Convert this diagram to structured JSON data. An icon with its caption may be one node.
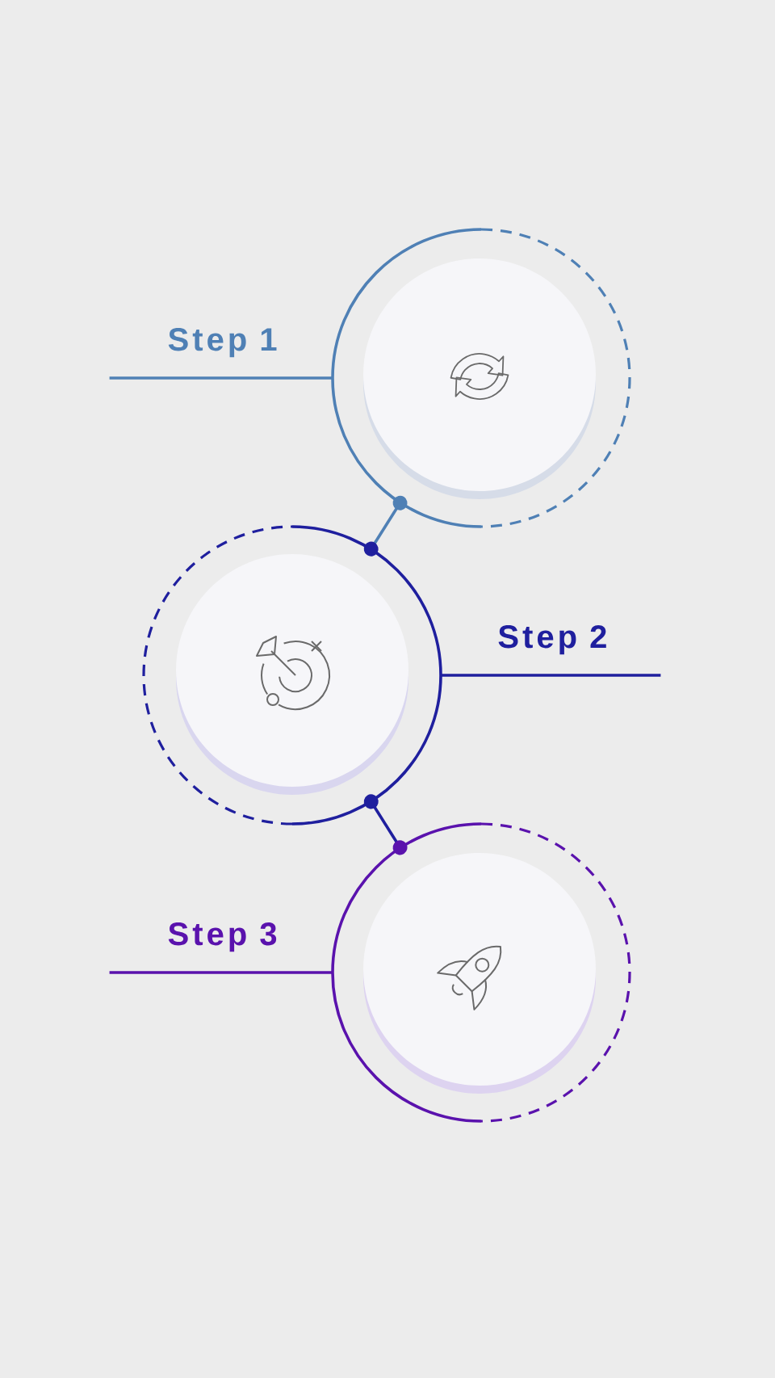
{
  "diagram": {
    "nodes": [
      {
        "text": [],
        "shape": "circle"
      },
      {
        "text": [],
        "shape": "circle",
        "in": 0
      },
      {
        "text": [],
        "shape": "circle"
      },
      {
        "text": [],
        "shape": "circle",
        "in": 2
      },
      {
        "text": [],
        "shape": "circle"
      },
      {
        "text": [],
        "shape": "circle",
        "in": 4
      }
    ],
    "edges": [
      {
        "from": null,
        "to": 0,
        "arrow": "none",
        "label": "Step 1",
        "color": "#4f80b5"
      },
      {
        "from": 0,
        "to": 2,
        "arrow": "other",
        "color": "#4f80b5"
      },
      {
        "from": null,
        "to": 2,
        "arrow": "none",
        "label": "Step 2",
        "color": "#1f1f9e"
      },
      {
        "from": 2,
        "to": 4,
        "arrow": "other",
        "color": "#1f1f9e"
      },
      {
        "from": null,
        "to": 4,
        "arrow": "none",
        "label": "Step 3",
        "color": "#5a12ad"
      }
    ]
  }
}
